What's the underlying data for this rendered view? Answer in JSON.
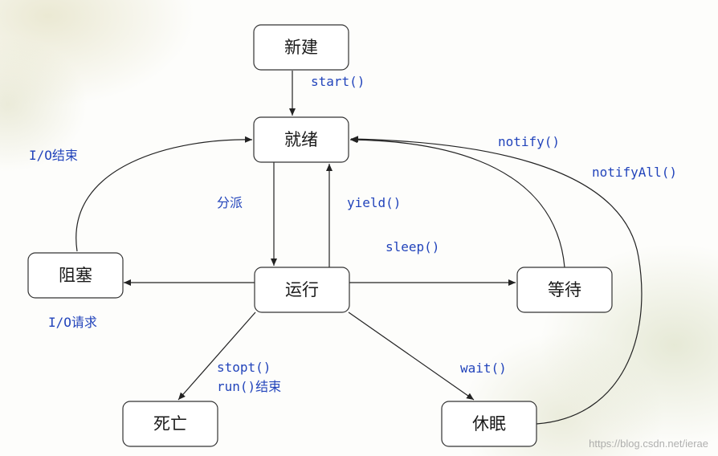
{
  "nodes": {
    "new": "新建",
    "ready": "就绪",
    "blocked": "阻塞",
    "running": "运行",
    "waiting": "等待",
    "dead": "死亡",
    "sleeping": "休眠"
  },
  "edges": {
    "start": "start()",
    "dispatch": "分派",
    "yield": "yield()",
    "io_request": "I/O请求",
    "io_done": "I/O结束",
    "sleep": "sleep()",
    "notify": "notify()",
    "notify_all": "notifyAll()",
    "stop_line1": "stopt()",
    "stop_line2": "run()结束",
    "wait": "wait()"
  },
  "watermark": "https://blog.csdn.net/ierae"
}
